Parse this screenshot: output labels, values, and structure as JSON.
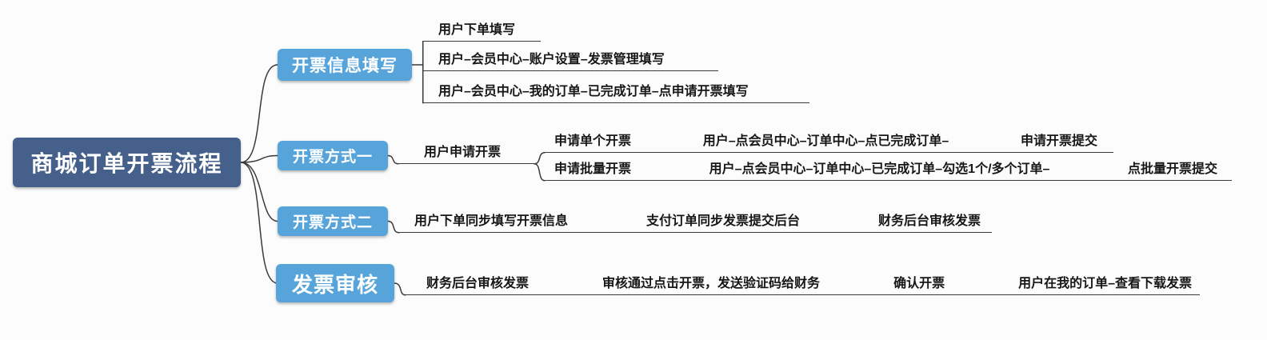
{
  "root": {
    "label": "商城订单开票流程"
  },
  "branches": [
    {
      "label": "开票信息填写",
      "children": [
        "用户下单填写",
        "用户–会员中心–账户设置–发票管理填写",
        "用户–会员中心–我的订单–已完成订单–点申请开票填写"
      ]
    },
    {
      "label": "开票方式一",
      "child": "用户申请开票",
      "rows": [
        {
          "steps": [
            "申请单个开票",
            "用户–点会员中心–订单中心–点已完成订单–",
            "申请开票提交"
          ]
        },
        {
          "steps": [
            "申请批量开票",
            "用户–点会员中心–订单中心–已完成订单–勾选1个/多个订单–",
            "点批量开票提交"
          ]
        }
      ]
    },
    {
      "label": "开票方式二",
      "steps": [
        "用户下单同步填写开票信息",
        "支付订单同步发票提交后台",
        "财务后台审核发票"
      ]
    },
    {
      "label": "发票审核",
      "steps": [
        "财务后台审核发票",
        "审核通过点击开票，发送验证码给财务",
        "确认开票",
        "用户在我的订单–查看下载发票"
      ]
    }
  ],
  "colors": {
    "root_bg": "#45608a",
    "branch_bg": "#57a4da",
    "line": "#3a3a3a",
    "text": "#161616"
  }
}
